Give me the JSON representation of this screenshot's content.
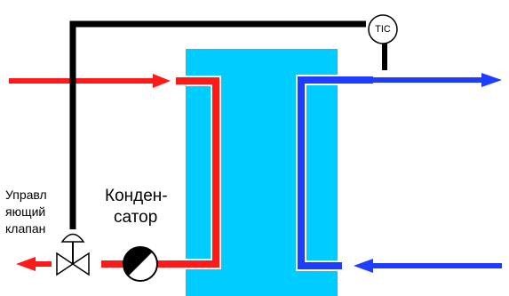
{
  "title": "",
  "instrument": {
    "tag": "TIC"
  },
  "labels": {
    "control_valve": [
      "Управл",
      "яющий",
      "клапан"
    ],
    "condenser": [
      "Конден-",
      "сатор"
    ]
  },
  "colors": {
    "hot_stream": "#ff1a1a",
    "cold_stream": "#1f3dff",
    "condenser_body": "#00ccff",
    "signal_line": "#000000"
  }
}
